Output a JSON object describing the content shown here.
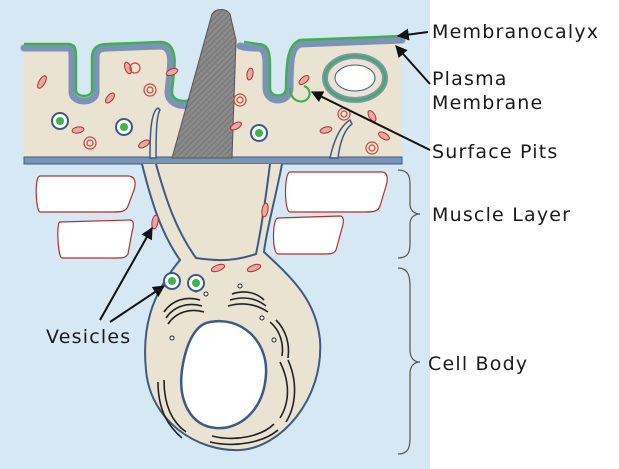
{
  "labels": {
    "membranocalyx": "Membranocalyx",
    "plasma_membrane_line1": "Plasma",
    "plasma_membrane_line2": "Membrane",
    "surface_pits": "Surface Pits",
    "muscle_layer": "Muscle Layer",
    "vesicles": "Vesicles",
    "cell_body": "Cell Body"
  },
  "colors": {
    "background": "#d6e8f3",
    "cytoplasm": "#ebe3d1",
    "plasma_membrane": "#7a94b6",
    "membranocalyx": "#3fb04a",
    "outline": "#3c5a87",
    "muscle_outline": "#b0302c",
    "spine": "#7d7d7d",
    "vesicle": "#3db54a",
    "organelle_red": "#c9463c"
  }
}
